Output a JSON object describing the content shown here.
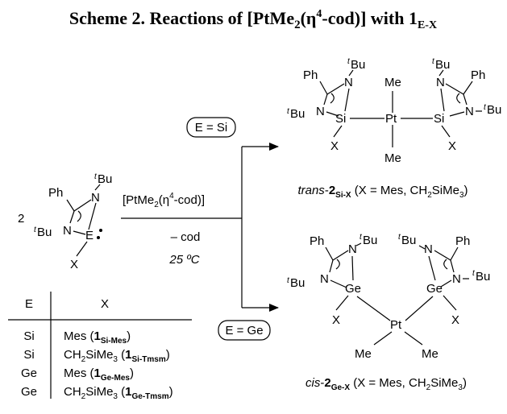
{
  "title": {
    "main": "Scheme 2. Reactions of [PtMe",
    "sub2": "2",
    "mid": "(η",
    "sup4": "4",
    "rest": "-cod)] with 1",
    "subEX": "E-X"
  },
  "ligand": {
    "coefficient": "2",
    "ph": "Ph",
    "n": "N",
    "t": "t",
    "bu": "Bu",
    "e": "E",
    "x": "X"
  },
  "conditions": {
    "reagent_a": "[PtMe",
    "reagent_sub": "2",
    "reagent_b": "(η",
    "reagent_sup": "4",
    "reagent_c": "-cod)]",
    "byproduct": "– cod",
    "temperature": "25 ºC"
  },
  "branches": {
    "si": "E = Si",
    "ge": "E = Ge"
  },
  "table": {
    "col_e": "E",
    "col_x": "X",
    "rows": [
      {
        "e": "Si",
        "x": "Mes (",
        "bold": "1",
        "sub": "Si-Mes",
        "close": ")"
      },
      {
        "e": "Si",
        "x": "CH",
        "x_sub": "2",
        "x2": "SiMe",
        "x_sub2": "3",
        "x3": " (",
        "bold": "1",
        "sub": "Si-Tmsm",
        "close": ")"
      },
      {
        "e": "Ge",
        "x": "Mes (",
        "bold": "1",
        "sub": "Ge-Mes",
        "close": ")"
      },
      {
        "e": "Ge",
        "x": "CH",
        "x_sub": "2",
        "x2": "SiMe",
        "x_sub2": "3",
        "x3": " (",
        "bold": "1",
        "sub": "Ge-Tmsm",
        "close": ")"
      }
    ]
  },
  "products": {
    "trans": {
      "prefix": "trans",
      "num": "2",
      "sub": "Si-X",
      "desc": " (X = Mes, CH",
      "desc_sub": "2",
      "desc2": "SiMe",
      "desc_sub2": "3",
      "close": ")",
      "si": "Si",
      "pt": "Pt",
      "me": "Me"
    },
    "cis": {
      "prefix": "cis",
      "num": "2",
      "sub": "Ge-X",
      "desc": " (X = Mes, CH",
      "desc_sub": "2",
      "desc2": "SiMe",
      "desc_sub2": "3",
      "close": ")",
      "ge": "Ge",
      "pt": "Pt",
      "me": "Me"
    }
  }
}
